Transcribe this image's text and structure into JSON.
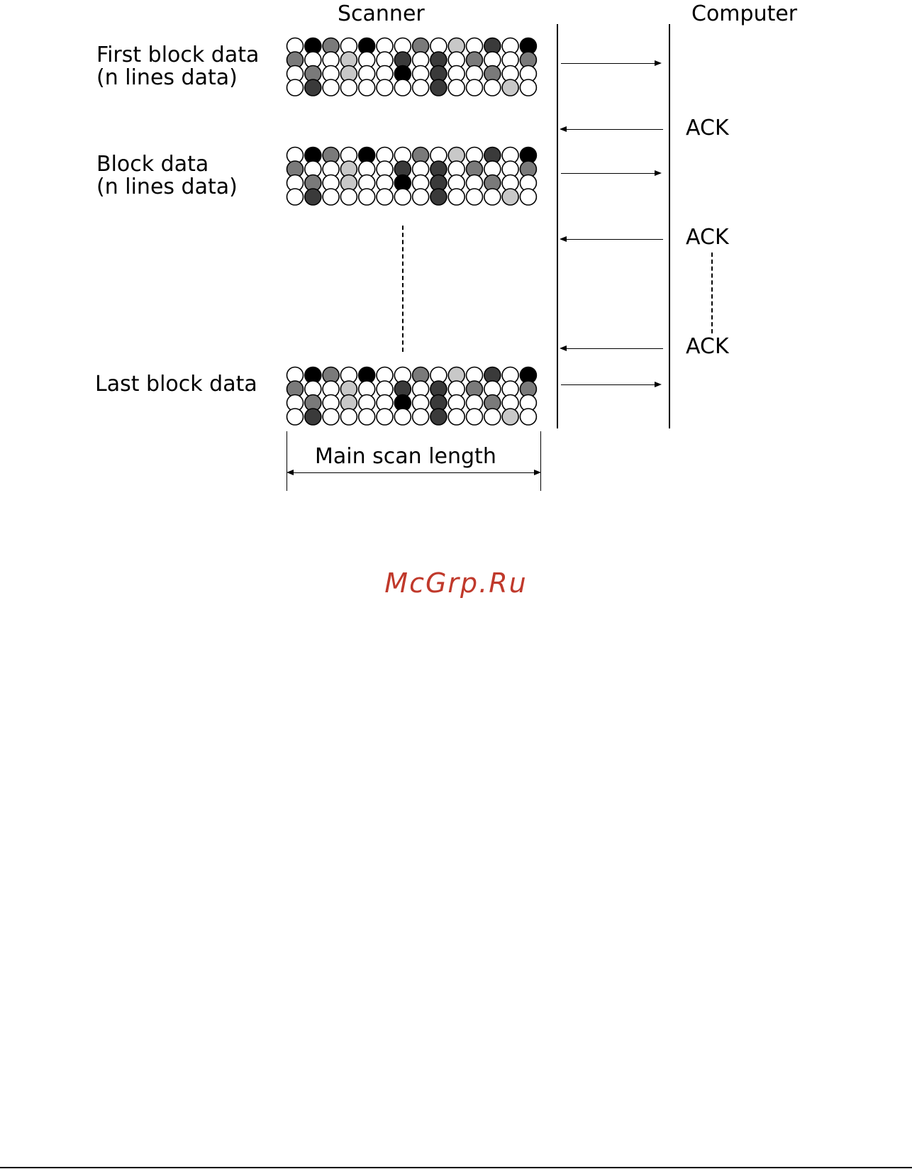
{
  "diagram": {
    "header_left": "Scanner",
    "header_right": "Computer",
    "blocks": [
      {
        "label_line1": "First block data",
        "label_line2": "(n lines data)"
      },
      {
        "label_line1": "Block data",
        "label_line2": "(n lines data)"
      },
      {
        "label_line1": "Last block data",
        "label_line2": ""
      }
    ],
    "ack_labels": [
      "ACK",
      "ACK",
      "ACK"
    ],
    "dimension_label": "Main scan length",
    "dot_pattern": [
      [
        "w",
        "b",
        "g",
        "w",
        "b",
        "w",
        "w",
        "g",
        "w",
        "l",
        "w",
        "d",
        "w",
        "b"
      ],
      [
        "g",
        "w",
        "w",
        "l",
        "w",
        "w",
        "d",
        "w",
        "d",
        "w",
        "g",
        "w",
        "w",
        "g"
      ],
      [
        "w",
        "g",
        "w",
        "l",
        "w",
        "w",
        "b",
        "w",
        "d",
        "w",
        "w",
        "g",
        "w",
        "w"
      ],
      [
        "w",
        "d",
        "w",
        "w",
        "w",
        "w",
        "w",
        "w",
        "d",
        "w",
        "w",
        "w",
        "l",
        "w"
      ]
    ],
    "fill_colors": {
      "w": "#ffffff",
      "b": "#000000",
      "d": "#3a3a3a",
      "g": "#7a7a7a",
      "l": "#c8c8c8"
    }
  },
  "watermark": {
    "text": "McGrp.Ru",
    "color": "#c0392b"
  }
}
